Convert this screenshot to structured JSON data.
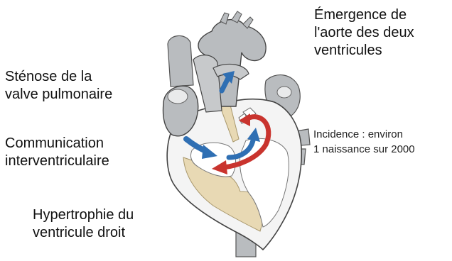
{
  "labels": {
    "aorta_origin": "Émergence de\nl'aorte des deux\nventricules",
    "pulmonary_stenosis": "Sténose de la\nvalve pulmonaire",
    "vsd": "Communication\ninterventriculaire",
    "rv_hypertrophy": "Hypertrophie du\nventricule droit",
    "incidence": "Incidence : environ\n1 naissance sur 2000"
  },
  "colors": {
    "vessel": "#b9bcbf",
    "vessel_dark": "#8e9296",
    "chamber": "#f4f4f4",
    "myocardium_tan": "#e8d9b4",
    "arrow_blue": "#2f6fb3",
    "arrow_red": "#c9342e"
  }
}
